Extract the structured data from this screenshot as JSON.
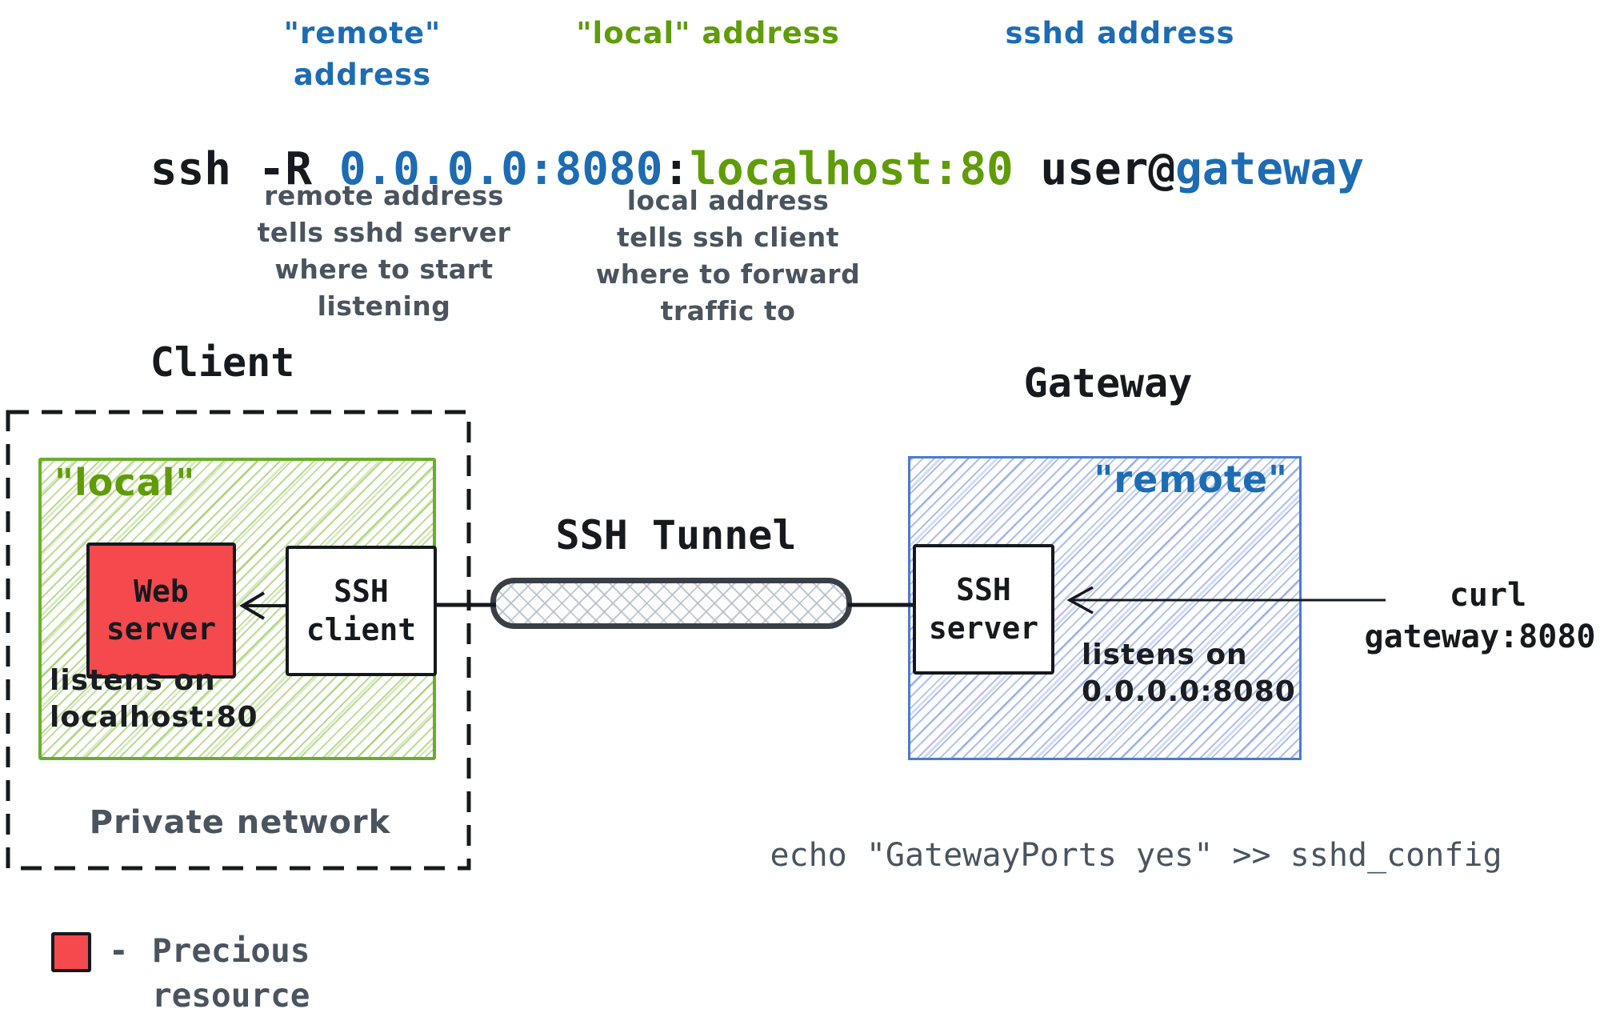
{
  "colors": {
    "command_blue": "#1d6cb3",
    "command_green": "#5f9c08",
    "precious_red": "#f4494d",
    "note_gray": "#4a545e",
    "hatch_green": "#6aae2a",
    "hatch_blue": "#4b7ccb"
  },
  "header": {
    "remote_address_label": "\"remote\" address",
    "local_address_label": "\"local\" address",
    "sshd_address_label": "sshd address",
    "command": {
      "prefix": "ssh -R ",
      "remote_part": "0.0.0.0:8080",
      "separator": ":",
      "local_part": "localhost:80",
      "user_part": " user@",
      "host_part": "gateway"
    },
    "remote_note": [
      "remote address",
      "tells sshd server",
      "where to start",
      "listening"
    ],
    "local_note": [
      "local address",
      "tells ssh client",
      "where to forward",
      "traffic to"
    ]
  },
  "client": {
    "title": "Client",
    "zone_label": "\"local\"",
    "web_server_label": "Web server",
    "ssh_client_label": "SSH client",
    "listens_line1": "listens on",
    "listens_line2": "localhost:80",
    "private_network": "Private network"
  },
  "tunnel": {
    "label": "SSH Tunnel"
  },
  "gateway": {
    "title": "Gateway",
    "zone_label": "\"remote\"",
    "ssh_server_label": "SSH server",
    "listens_line1": "listens on",
    "listens_line2": "0.0.0.0:8080",
    "curl_line1": "curl",
    "curl_line2": "gateway:8080",
    "config_command": "echo \"GatewayPorts yes\" >> sshd_config"
  },
  "legend": {
    "dash": "-",
    "label_line1": "Precious",
    "label_line2": "resource"
  }
}
